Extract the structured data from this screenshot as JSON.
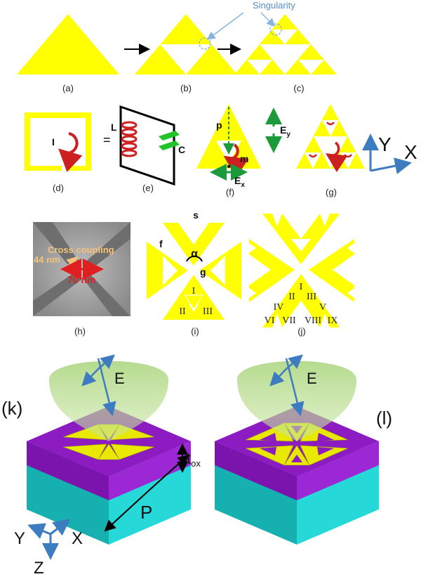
{
  "captions": {
    "a": "(a)",
    "b": "(b)",
    "c": "(c)",
    "d": "(d)",
    "e": "(e)",
    "f": "(f)",
    "g": "(g)",
    "h": "(h)",
    "i": "(i)",
    "j": "(j)",
    "k": "(k)",
    "l": "(l)"
  },
  "labels": {
    "singularity": "Singularity",
    "inductor": "L",
    "capacitor": "C",
    "equals": "=",
    "current": "I",
    "p": "p",
    "m": "m",
    "ey": "E",
    "ey_sub": "y",
    "ex": "E",
    "ex_sub": "x",
    "axis_y": "Y",
    "axis_x": "X",
    "cross_coupling": "Cross coupling",
    "gap44": "44 nm",
    "gap70": "70 nm",
    "s": "s",
    "f": "f",
    "alpha": "α",
    "g": "g",
    "roman_i": [
      "I",
      "II",
      "III"
    ],
    "roman_j": [
      "I",
      "II",
      "III",
      "IV",
      "V",
      "VI",
      "VII",
      "VIII",
      "IX"
    ],
    "e_field_k": "E",
    "e_field_l": "E",
    "t_ox": "t",
    "t_ox_sub": "ox",
    "period": "P",
    "axes3d": [
      "Y",
      "X",
      "Z"
    ]
  },
  "colors": {
    "gold": "#ffff00",
    "arrow_black": "#000000",
    "current_red": "#cc1f1f",
    "field_green": "#1a9a3a",
    "axis_blue": "#3d7cc0",
    "sem_gray": "#9a9a9a",
    "oxide_purple": "#8c1bc2",
    "substrate_cyan": "#1ec8c8",
    "beam_green": "#b6d98a",
    "annot_orange": "#f5c27a",
    "gap_red": "#e02020"
  }
}
